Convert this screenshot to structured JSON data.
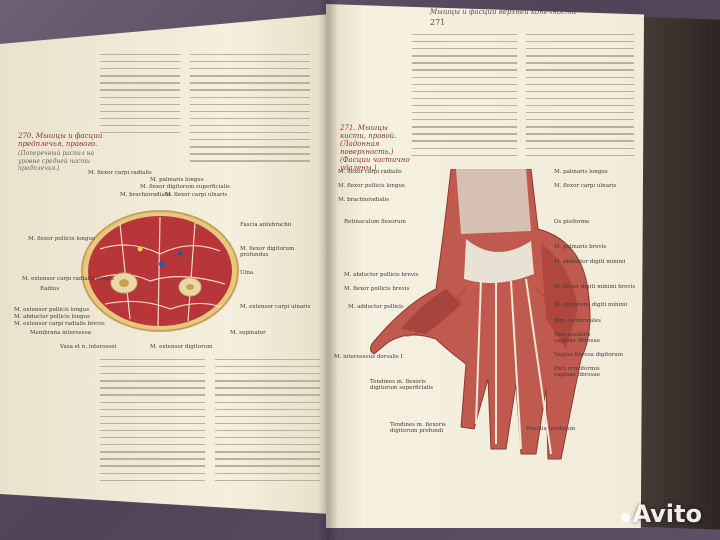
{
  "watermark": {
    "brand": "Avito"
  },
  "left_page": {
    "figure_number": "270.",
    "figure_title": "Мышцы и фасции предплечья, правого.",
    "figure_subtitle": "(Поперечный распил на уровне средней части предплечья.)",
    "labels_left": [
      "M. flexor carpi radialis",
      "M. palmaris longus",
      "M. flexor digitorum superficialis",
      "M. brachioradialis",
      "M. flexor pollicis longus",
      "M. extensor carpi radialis longus",
      "Radius",
      "M. extensor pollicis longus",
      "M. abductor pollicis longus",
      "M. extensor carpi radialis brevis",
      "Membrana interossea",
      "Vasa et n. interossei",
      "M. extensor digitorum"
    ],
    "labels_right": [
      "M. flexor carpi ulnaris",
      "Fascia antebrachii",
      "M. flexor digitorum profundus",
      "Ulna",
      "M. extensor carpi ulnaris",
      "M. supinator"
    ],
    "labels_other": [
      "M. brachioradialis"
    ]
  },
  "right_page": {
    "header": "Мышцы и фасции верхней конечности",
    "page_number": "271",
    "figure_caption": "271. Мышцы кисти, правой. (Ладонная поверхность.) (Фасции частично удалены.)",
    "labels_left": [
      "M. flexor carpi radialis",
      "M. flexor pollicis longus",
      "M. brachioradialis",
      "Retinaculum flexorum",
      "M. abductor pollicis brevis",
      "M. flexor pollicis brevis",
      "M. adductor pollicis",
      "M. interosseus dorsalis I",
      "Tendines m. flexoris digitorum superficialis",
      "Tendines m. flexoris digitorum profundi"
    ],
    "labels_right": [
      "M. palmaris longus",
      "M. flexor carpi ulnaris",
      "Os pisiforme",
      "M. palmaris brevis",
      "M. abductor digiti minimi",
      "M. flexor digiti minimi brevis",
      "M. opponens digiti minimi",
      "Mm. lumbricales",
      "Pars anularis vaginae fibrosae",
      "Vagina fibrosa digitorum",
      "Pars cruciformis vaginae fibrosae",
      "Vincula tendinum"
    ]
  }
}
